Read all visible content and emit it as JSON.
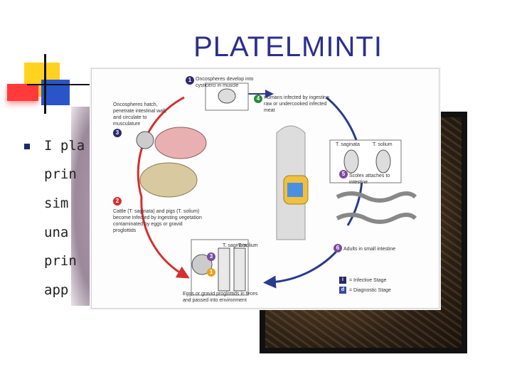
{
  "slide": {
    "title": "PLATELMINTI",
    "body_lines": [
      "I pla",
      "prin",
      "sim",
      "una",
      "prin",
      "app"
    ]
  },
  "diagram": {
    "steps": {
      "s1": "Oncospheres develop into cysticerci in muscle",
      "s3": "Oncospheres hatch, penetrate intestinal wall, and circulate to musculature",
      "s4": "Humans infected by ingesting raw or undercooked infected meat",
      "s2": "Cattle (T. saginata) and pigs (T. solium) become infected by ingesting vegetation contaminated by eggs or gravid proglottids",
      "s5": "Scolex attaches to intestine",
      "s6": "Adults in small intestine",
      "eggs": "Eggs or gravid proglottids in feces and passed into environment"
    },
    "species": {
      "saginata": "T. saginata",
      "solium": "T. solium"
    },
    "numbers": {
      "n1": "1",
      "n2": "2",
      "n3": "3",
      "n4": "4",
      "n5": "5",
      "n6": "6"
    },
    "legend": {
      "infective": "= Infective Stage",
      "diagnostic": "= Diagnostic Stage",
      "i": "i",
      "d": "d"
    }
  }
}
